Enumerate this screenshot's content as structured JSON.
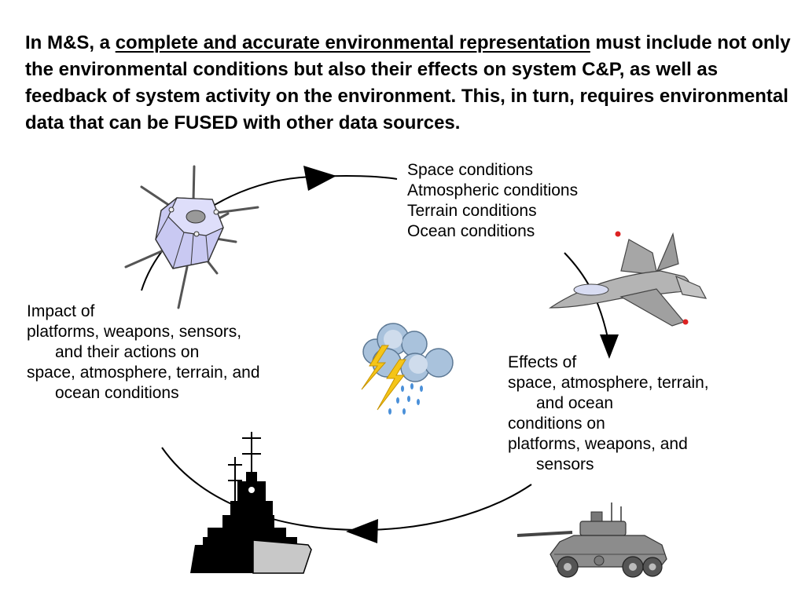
{
  "intro": {
    "lead": "In M&S, a ",
    "emphasis": "complete and accurate environmental representation",
    "rest": " must include not only the environmental conditions but also their effects on system C&P, as well as feedback of system activity on the environment. This, in turn, requires environmental data that can be FUSED with other data sources."
  },
  "conditions": [
    "Space conditions",
    "Atmospheric conditions",
    "Terrain conditions",
    "Ocean conditions"
  ],
  "impact": {
    "lines": [
      "Impact of",
      "platforms, weapons, sensors,",
      "and their actions on",
      "space, atmosphere, terrain, and",
      "ocean conditions"
    ]
  },
  "effects": {
    "lines": [
      "Effects of",
      "space, atmosphere, terrain,",
      "and ocean",
      "conditions on",
      "platforms, weapons, and",
      "sensors"
    ]
  },
  "icons": [
    "satellite-icon",
    "fighter-jet-icon",
    "storm-cloud-icon",
    "armored-vehicle-icon",
    "battleship-icon"
  ],
  "colors": {
    "satellite": "#c9c9f2",
    "aircraft": "#a6a6a6",
    "cloud": "#a9c2dc",
    "lightning": "#f5c518",
    "rain": "#4a90d9",
    "ship_light": "#c8c8c8"
  }
}
